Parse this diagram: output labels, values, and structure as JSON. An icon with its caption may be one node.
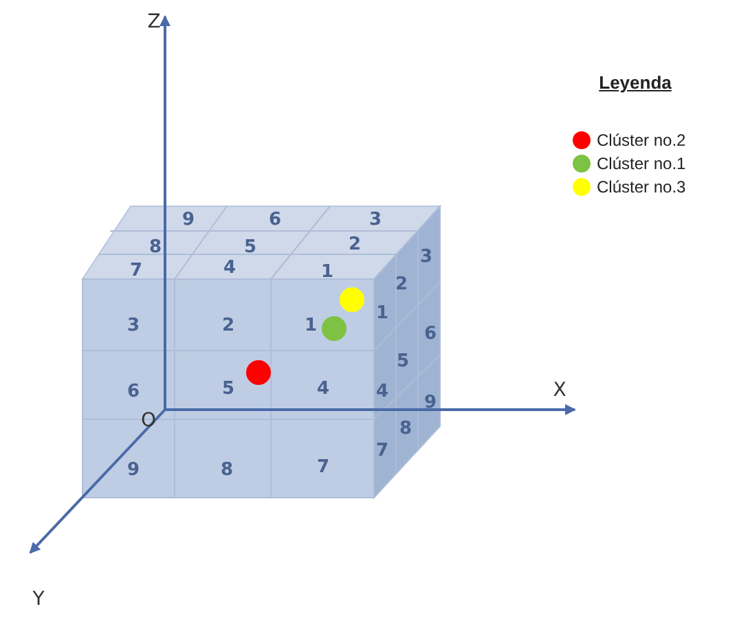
{
  "diagram": {
    "labels": [
      "Z",
      "Leyenda",
      "9",
      "6",
      "3",
      "8",
      "5",
      "2",
      "7",
      "4",
      "1",
      "3",
      "2",
      "1",
      "6",
      "5",
      "4",
      "9",
      "8",
      "7",
      "3",
      "2",
      "1",
      "6",
      "5",
      "4",
      "9",
      "8",
      "7",
      "X",
      "O",
      "Y"
    ],
    "legend": [
      {
        "text": "Clúster no.2",
        "color": "#ff0000"
      },
      {
        "text": "Clúster no.1",
        "color": "#7dc242"
      },
      {
        "text": "Clúster no.3",
        "color": "#ffff00"
      }
    ]
  }
}
